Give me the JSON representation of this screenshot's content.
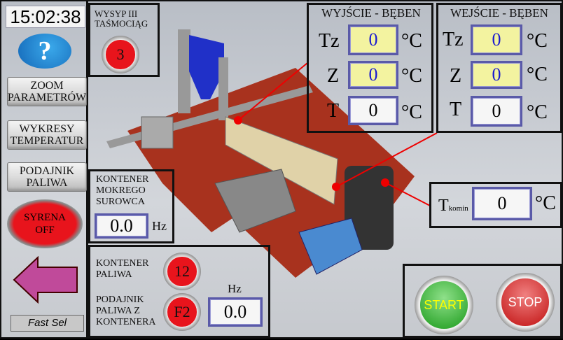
{
  "clock": "15:02:38",
  "help": "?",
  "sidebar": {
    "zoom": "ZOOM PARAMETRÓW",
    "wykresy": "WYKRESY TEMPERATUR",
    "podajnik": "PODAJNIK PALIWA",
    "syrena": "SYRENA OFF",
    "fast_sel": "Fast Sel"
  },
  "wysyp": {
    "label": "WYSYP III TAŚMOCIĄG",
    "indicator": "3"
  },
  "kontener_mokrego": {
    "label": "KONTENER MOKREGO SUROWCA",
    "value": "0.0",
    "unit": "Hz"
  },
  "paliwo": {
    "kontener_label": "KONTENER PALIWA",
    "kontener_ind": "12",
    "podajnik_label": "PODAJNIK PALIWA Z KONTENERA",
    "podajnik_ind": "F2",
    "unit": "Hz",
    "value": "0.0"
  },
  "wyjscie": {
    "title": "WYJŚCIE - BĘBEN",
    "rows": [
      {
        "label": "Tz",
        "value": "0",
        "unit": "°C"
      },
      {
        "label": "Z",
        "value": "0",
        "unit": "°C"
      },
      {
        "label": "T",
        "value": "0",
        "unit": "°C"
      }
    ]
  },
  "wejscie": {
    "title": "WEJŚCIE - BĘBEN",
    "rows": [
      {
        "label": "Tz",
        "value": "0",
        "unit": "°C"
      },
      {
        "label": "Z",
        "value": "0",
        "unit": "°C"
      },
      {
        "label": "T",
        "value": "0",
        "unit": "°C"
      }
    ]
  },
  "komin": {
    "label": "T",
    "sub": "komin",
    "value": "0",
    "unit": "°C"
  },
  "controls": {
    "start": "START",
    "stop": "STOP"
  }
}
